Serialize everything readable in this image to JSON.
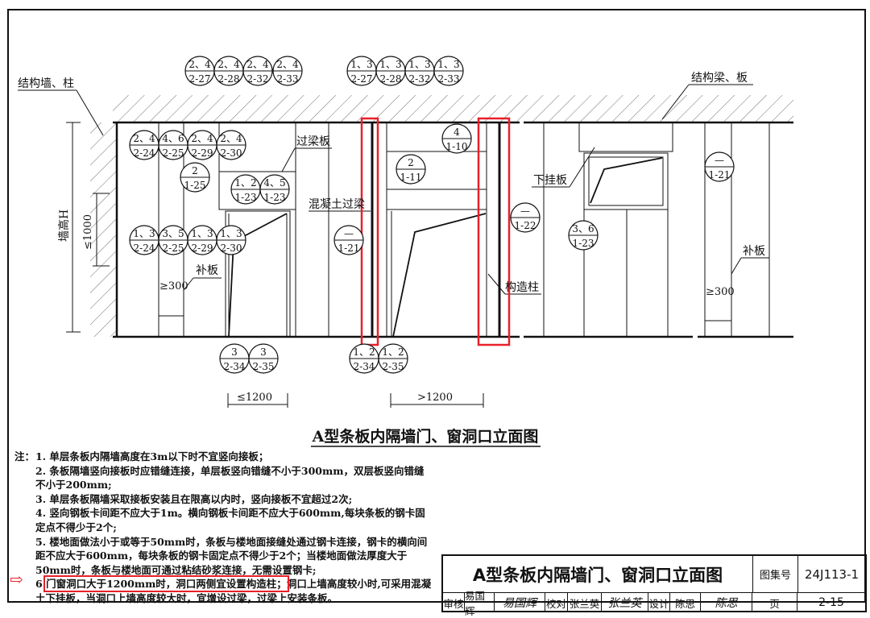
{
  "drawing": {
    "labels": {
      "structural_wall": "结构墙、柱",
      "structural_beam": "结构梁、板",
      "lintel_board": "过梁板",
      "concrete_lintel": "混凝土过梁",
      "filler_board_left": "补板",
      "hanging_board": "下挂板",
      "structural_column": "构造柱",
      "filler_board_right": "补板",
      "wall_height": "墙高H",
      "max_1000": "≤1000",
      "min_300_left": "≥300",
      "min_300_right": "≥300",
      "max_1200": "≤1200",
      "over_1200": ">1200"
    },
    "title": "A型条板内隔墙门、窗洞口立面图",
    "callouts": [
      {
        "top": "2、4",
        "bottom": "2-27"
      },
      {
        "top": "2、4",
        "bottom": "2-28"
      },
      {
        "top": "2、4",
        "bottom": "2-32"
      },
      {
        "top": "2、4",
        "bottom": "2-33"
      },
      {
        "top": "1、3",
        "bottom": "2-27"
      },
      {
        "top": "1、3",
        "bottom": "2-28"
      },
      {
        "top": "1、3",
        "bottom": "2-32"
      },
      {
        "top": "1、3",
        "bottom": "2-33"
      },
      {
        "top": "2、4",
        "bottom": "2-24"
      },
      {
        "top": "4、6",
        "bottom": "2-25"
      },
      {
        "top": "2、4",
        "bottom": "2-29"
      },
      {
        "top": "2、4",
        "bottom": "2-30"
      },
      {
        "top": "2",
        "bottom": "1-25"
      },
      {
        "top": "1、2",
        "bottom": "1-23"
      },
      {
        "top": "4、5",
        "bottom": "1-23"
      },
      {
        "top": "1、3",
        "bottom": "2-24"
      },
      {
        "top": "3、5",
        "bottom": "2-25"
      },
      {
        "top": "1、3",
        "bottom": "2-29"
      },
      {
        "top": "1、3",
        "bottom": "2-30"
      },
      {
        "top": "—",
        "bottom": "1-21"
      },
      {
        "top": "4",
        "bottom": "1-10"
      },
      {
        "top": "2",
        "bottom": "1-11"
      },
      {
        "top": "—",
        "bottom": "1-22"
      },
      {
        "top": "3、6",
        "bottom": "1-23"
      },
      {
        "top": "—",
        "bottom": "1-21"
      },
      {
        "top": "3",
        "bottom": "2-34"
      },
      {
        "top": "3",
        "bottom": "2-35"
      },
      {
        "top": "1、2",
        "bottom": "2-34"
      },
      {
        "top": "1、2",
        "bottom": "2-35"
      }
    ],
    "highlight_color": "#e8202a"
  },
  "notes": {
    "prefix": "注：",
    "items": [
      "1. 单层条板内隔墙高度在3m以下时不宜竖向接板；",
      "2. 条板隔墙竖向接板时应错缝连接，单层板竖向错缝不小于300mm，双层板竖向错缝不小于200mm;",
      "3. 单层条板隔墙采取接板安装且在限高以内时，竖向接板不宜超过2次;",
      "4. 竖向钢板卡间距不应大于1m。横向钢板卡间距不应大于600mm,每块条板的钢卡固定点不得少于2个;",
      "5. 楼地面做法小于或等于50mm时，条板与楼地面接缝处通过钢卡连接，钢卡的横向间距不应大于600mm，每块条板的钢卡固定点不得少于2个；当楼地面做法厚度大于50mm时，条板与楼地面可通过粘结砂浆连接，无需设置钢卡;"
    ],
    "item6_num": "6.",
    "item6_highlight": "门窗洞口大于1200mm时，洞口两侧宜设置构造柱；",
    "item6_rest": "洞口上墙高度较小时,可采用混凝土下挂板，当洞口上墙高度较大时，宜增设过梁，过梁上安装条板。"
  },
  "title_block": {
    "title": "A型条板内隔墙门、窗洞口立面图",
    "atlas_label": "图集号",
    "atlas_no": "24J113-1",
    "review_label": "审核",
    "reviewer": "易国辉",
    "reviewer_sig": "易国辉",
    "check_label": "校对",
    "checker": "张兰英",
    "checker_sig": "张兰英",
    "design_label": "设计",
    "designer": "陈思",
    "designer_sig": "陈思",
    "page_label": "页",
    "page_no": "2-15"
  }
}
